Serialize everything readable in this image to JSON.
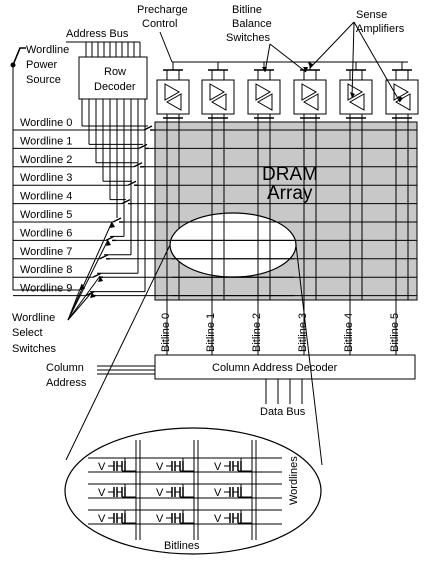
{
  "labels": {
    "address_bus": "Address Bus",
    "precharge": [
      "Precharge",
      "Control"
    ],
    "bitline_balance": [
      "Bitline",
      "Balance",
      "Switches"
    ],
    "sense_amplifiers": [
      "Sense",
      "Amplifiers"
    ],
    "wordline_power": [
      "Wordline",
      "Power",
      "Source"
    ],
    "row_decoder": [
      "Row",
      "Decoder"
    ],
    "dram_array": [
      "DRAM",
      "Array"
    ],
    "wordline_select": [
      "Wordline",
      "Select",
      "Switches"
    ],
    "column_address": [
      "Column",
      "Address"
    ],
    "column_decoder": "Column Address Decoder",
    "data_bus": "Data Bus",
    "inset_wordlines": "Wordlines",
    "inset_bitlines": "Bitlines",
    "cell_voltage": "V"
  },
  "wordlines": [
    "Wordline 0",
    "Wordline 1",
    "Wordline 2",
    "Wordline 3",
    "Wordline 4",
    "Wordline 5",
    "Wordline 6",
    "Wordline 7",
    "Wordline 8",
    "Wordline 9"
  ],
  "bitlines": [
    "Bitline 0",
    "Bitline 1",
    "Bitline 2",
    "Bitline 3",
    "Bitline 4",
    "Bitline 5"
  ],
  "colors": {
    "array_fill": "#c8c8c8",
    "line": "#000000",
    "background": "#ffffff"
  }
}
